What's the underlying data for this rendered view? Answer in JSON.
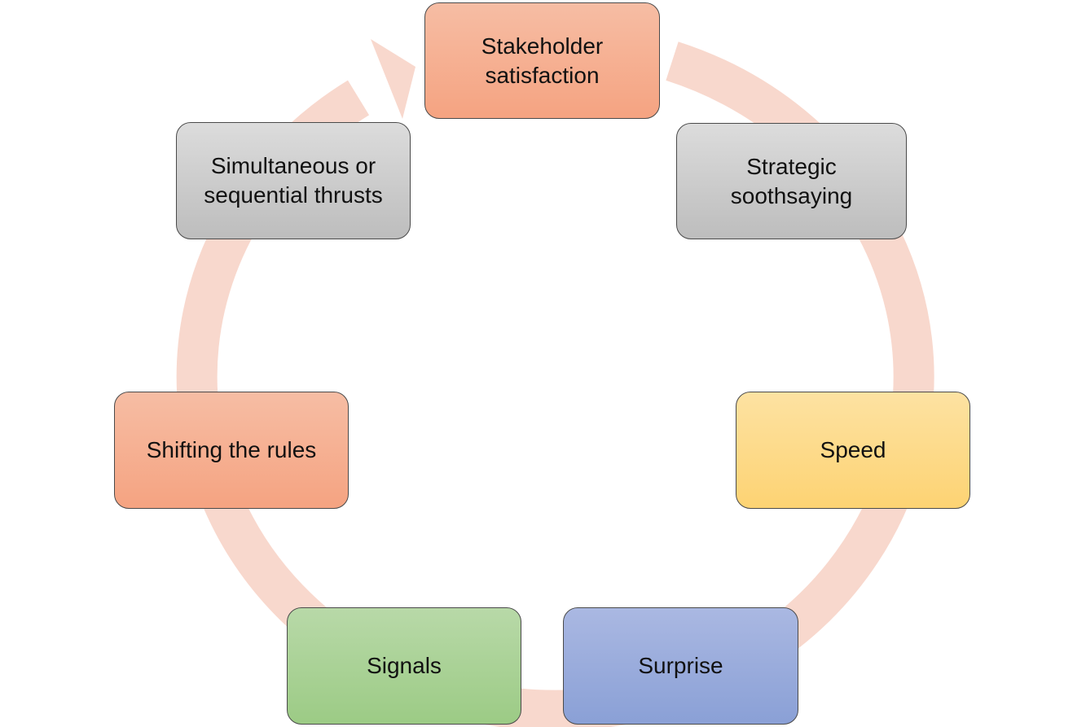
{
  "diagram": {
    "ring_color": "#f8d8cd",
    "nodes": [
      {
        "id": "stakeholder",
        "label": "Stakeholder\nsatisfaction",
        "color": "orange"
      },
      {
        "id": "strategic",
        "label": "Strategic\nsoothsaying",
        "color": "gray"
      },
      {
        "id": "speed",
        "label": "Speed",
        "color": "yellow"
      },
      {
        "id": "surprise",
        "label": "Surprise",
        "color": "blue"
      },
      {
        "id": "signals",
        "label": "Signals",
        "color": "green"
      },
      {
        "id": "shifting",
        "label": "Shifting the rules",
        "color": "orange"
      },
      {
        "id": "simultaneous",
        "label": "Simultaneous or\nsequential thrusts",
        "color": "gray"
      }
    ]
  }
}
